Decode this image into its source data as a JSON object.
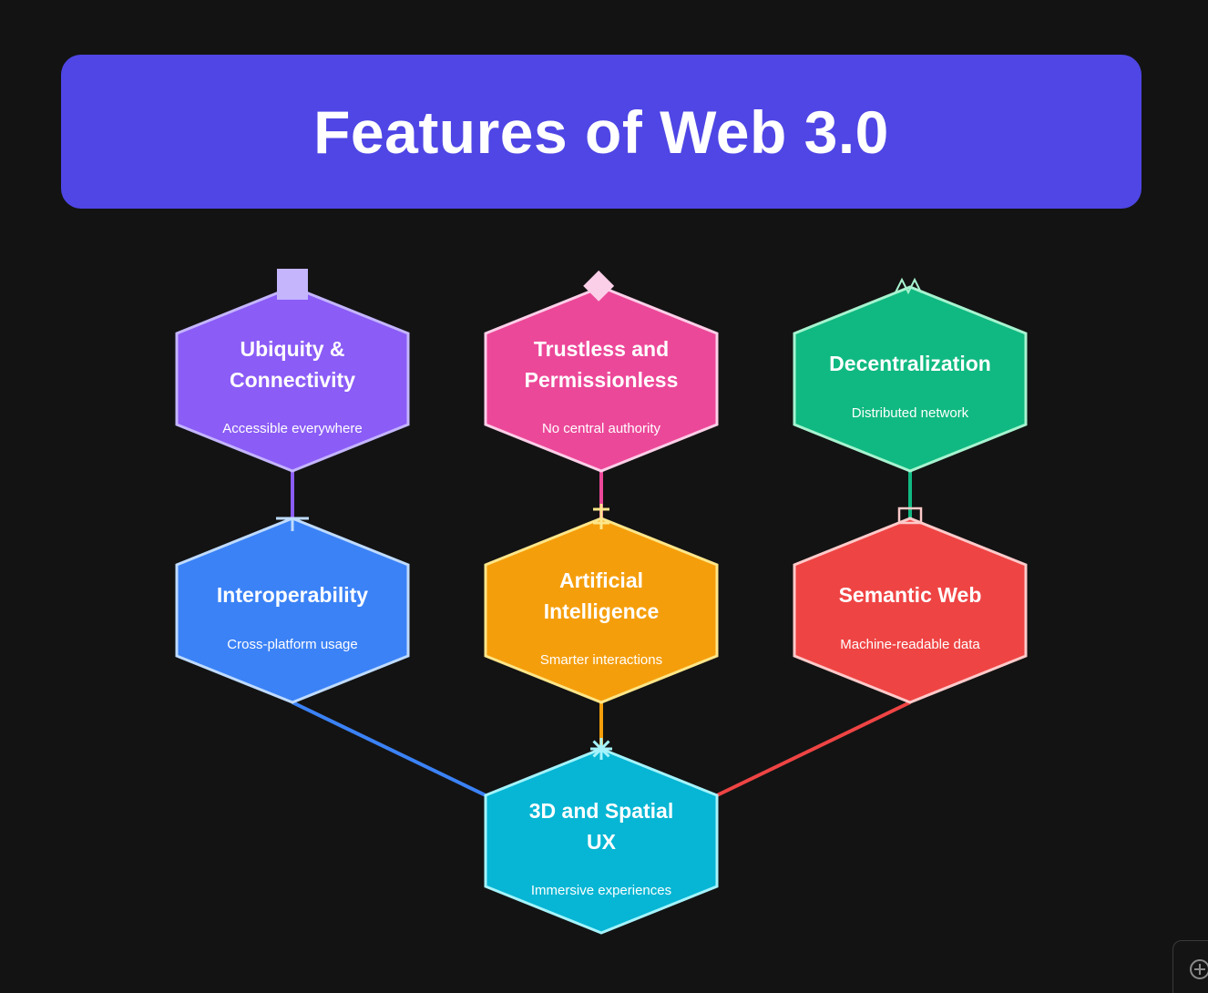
{
  "title": "Features of Web 3.0",
  "nodes": [
    {
      "id": "ubiquity",
      "lines": [
        "Ubiquity &",
        "Connectivity"
      ],
      "subtitle": "Accessible everywhere",
      "color": "#8b5cf6",
      "stroke": "#c4b5fd",
      "icon": "square-icon"
    },
    {
      "id": "trustless",
      "lines": [
        "Trustless and",
        "Permissionless"
      ],
      "subtitle": "No central authority",
      "color": "#ec4899",
      "stroke": "#fbcfe8",
      "icon": "diamond-icon"
    },
    {
      "id": "decentralization",
      "lines": [
        "Decentralization"
      ],
      "subtitle": "Distributed network",
      "color": "#10b981",
      "stroke": "#a7f3d0",
      "icon": "crown-icon"
    },
    {
      "id": "interoperability",
      "lines": [
        "Interoperability"
      ],
      "subtitle": "Cross-platform usage",
      "color": "#3b82f6",
      "stroke": "#bfdbfe",
      "icon": "cross-icon"
    },
    {
      "id": "ai",
      "lines": [
        "Artificial",
        "Intelligence"
      ],
      "subtitle": "Smarter interactions",
      "color": "#f59e0b",
      "stroke": "#fde68a",
      "icon": "plus-icon"
    },
    {
      "id": "semantic",
      "lines": [
        "Semantic Web"
      ],
      "subtitle": "Machine-readable data",
      "color": "#ef4444",
      "stroke": "#fecaca",
      "icon": "frame-icon"
    },
    {
      "id": "spatial",
      "lines": [
        "3D and Spatial",
        "UX"
      ],
      "subtitle": "Immersive experiences",
      "color": "#06b6d4",
      "stroke": "#a5f3fc",
      "icon": "asterisk-icon"
    }
  ],
  "connections": [
    {
      "from": "ubiquity",
      "to": "interoperability",
      "color": "#8b5cf6"
    },
    {
      "from": "trustless",
      "to": "ai",
      "color": "#ec4899"
    },
    {
      "from": "decentralization",
      "to": "semantic",
      "color": "#10b981"
    },
    {
      "from": "interoperability",
      "to": "spatial",
      "color": "#3b82f6"
    },
    {
      "from": "ai",
      "to": "spatial",
      "color": "#f59e0b"
    },
    {
      "from": "semantic",
      "to": "spatial",
      "color": "#ef4444"
    }
  ]
}
